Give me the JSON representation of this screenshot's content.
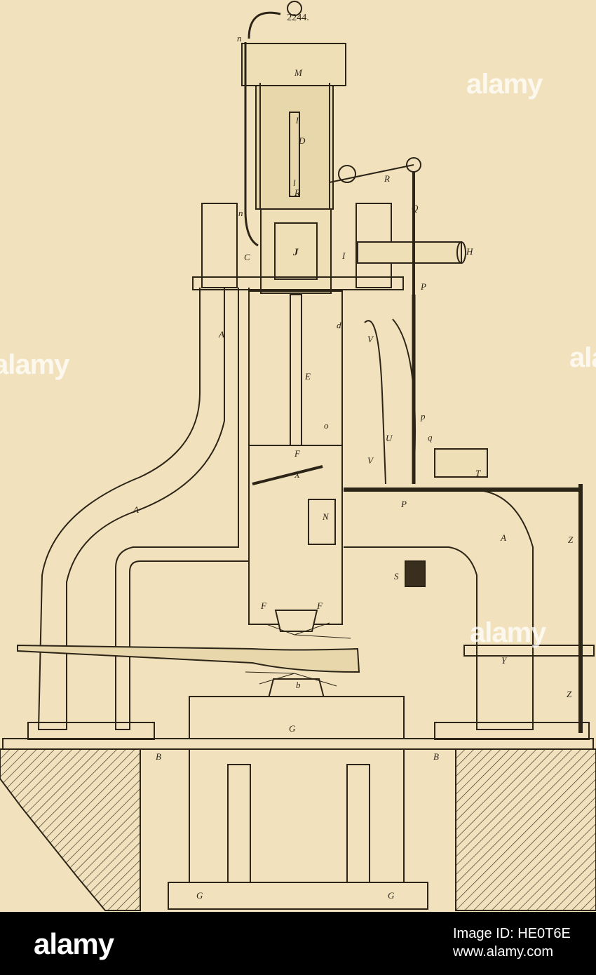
{
  "figure": {
    "number": "2244.",
    "labels": {
      "A_upper": "A",
      "A_left": "A",
      "A_right": "A",
      "B_left": "B",
      "B_right": "B",
      "C": "C",
      "D": "D",
      "E": "E",
      "F_center": "F",
      "F_left": "F",
      "F_right": "F",
      "G_anvil": "G",
      "G_left": "G",
      "G_right": "G",
      "H": "H",
      "I": "I",
      "J": "J",
      "M": "M",
      "N": "N",
      "P_upper": "P",
      "P_lower": "P",
      "Q": "Q",
      "R_upper": "R",
      "R_lower": "R",
      "S": "S",
      "T": "T",
      "U": "U",
      "V_upper": "V",
      "V_lower": "V",
      "X": "X",
      "Y": "Y",
      "Z_upper": "Z",
      "Z_lower": "Z",
      "b": "b",
      "d": "d",
      "l_upper": "l",
      "l_lower": "l",
      "n_top": "n",
      "n_mid": "n",
      "o_left": "o",
      "p": "p",
      "q": "q"
    }
  },
  "watermark": {
    "text": "alamy"
  },
  "footer": {
    "logo": "alamy",
    "image_id": "Image ID: HE0T6E",
    "url": "www.alamy.com"
  }
}
